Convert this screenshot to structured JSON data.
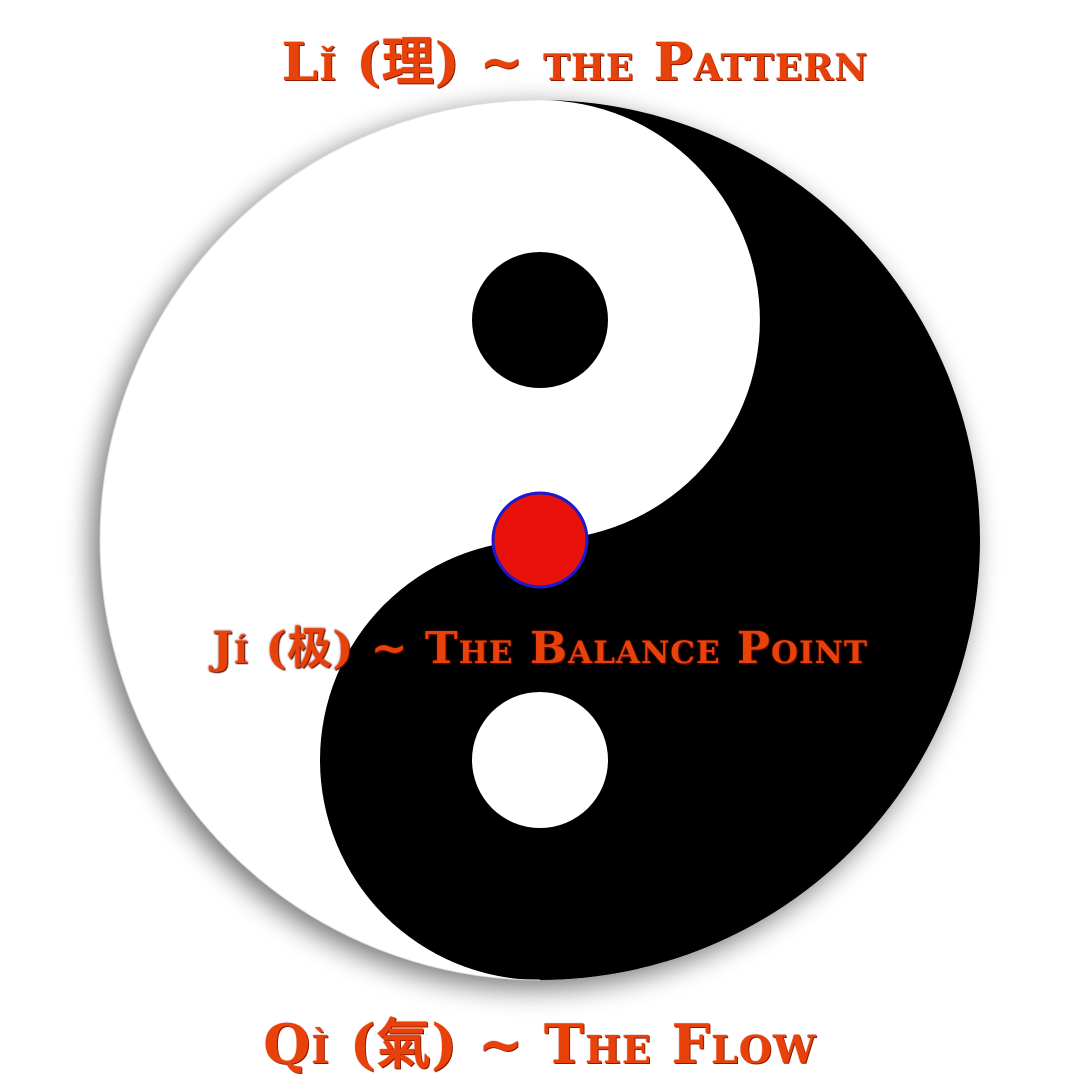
{
  "labels": {
    "top": "Lǐ (理) ~ the Pattern",
    "middle": "Jí (极) ~ The Balance Point",
    "bottom": "Qì (氣) ~ The Flow"
  },
  "colors": {
    "label_text": "#e8410a",
    "yin": "#000000",
    "yang": "#ffffff",
    "balance_point_fill": "#e8120a",
    "balance_point_stroke": "#1a1ad0"
  }
}
